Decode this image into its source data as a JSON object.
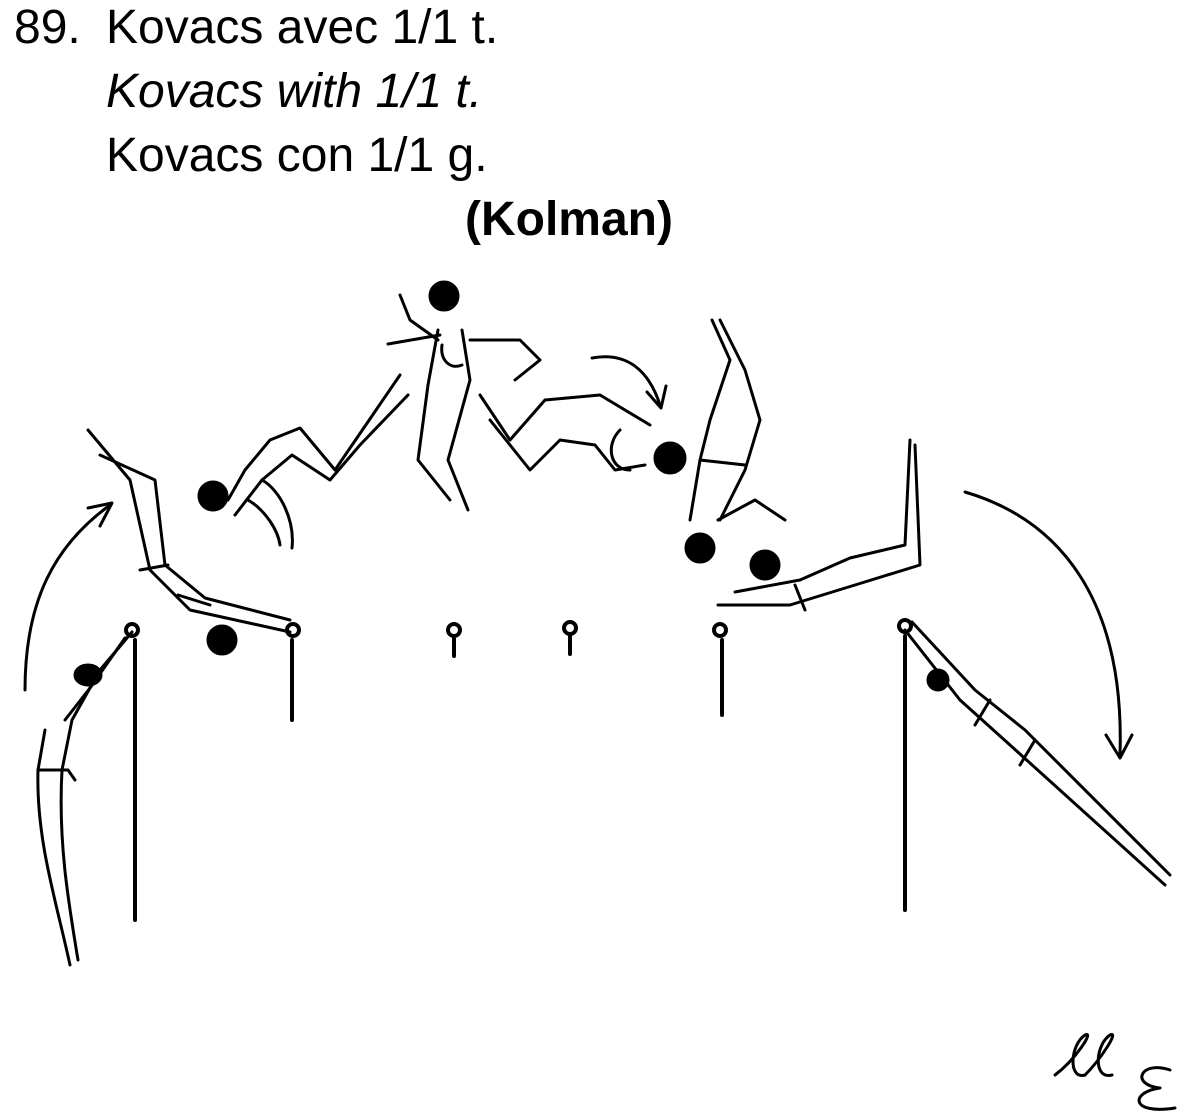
{
  "header": {
    "number": "89.",
    "french": "Kovacs avec 1/1 t.",
    "english": "Kovacs with 1/1 t.",
    "spanish": "Kovacs con 1/1 g.",
    "name": "(Kolman)"
  }
}
